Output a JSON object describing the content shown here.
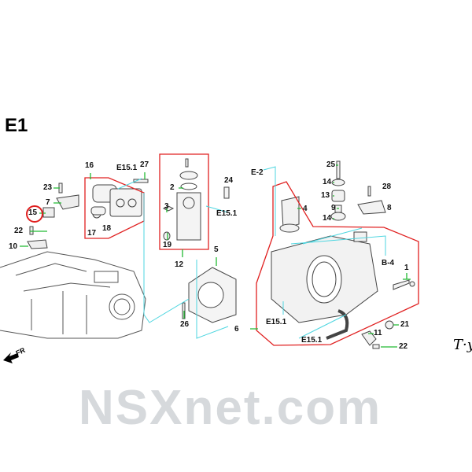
{
  "section_title": "E1",
  "watermark": "NSXnet.com",
  "signature": "T·y",
  "direction_label": "FR",
  "colors": {
    "highlight_box": "#e02020",
    "leader": "#22bb33",
    "reference": "#4dd6e0"
  },
  "labels": {
    "l16": "16",
    "e151a": "E15.1",
    "l27": "27",
    "l23": "23",
    "l7": "7",
    "l15": "15",
    "l22a": "22",
    "l10": "10",
    "l17": "17",
    "l18": "18",
    "l2": "2",
    "l3": "3",
    "l19": "19",
    "l12": "12",
    "l24": "24",
    "e151b": "E15.1",
    "l5": "5",
    "l26": "26",
    "e2": "E-2",
    "l4": "4",
    "l25": "25",
    "l14a": "14",
    "l13": "13",
    "l9": "9",
    "l14b": "14",
    "l28": "28",
    "l8": "8",
    "b4": "B-4",
    "l1": "1",
    "l6": "6",
    "e151c": "E15.1",
    "e151d": "E15.1",
    "l21": "21",
    "l11": "11",
    "l22b": "22"
  }
}
